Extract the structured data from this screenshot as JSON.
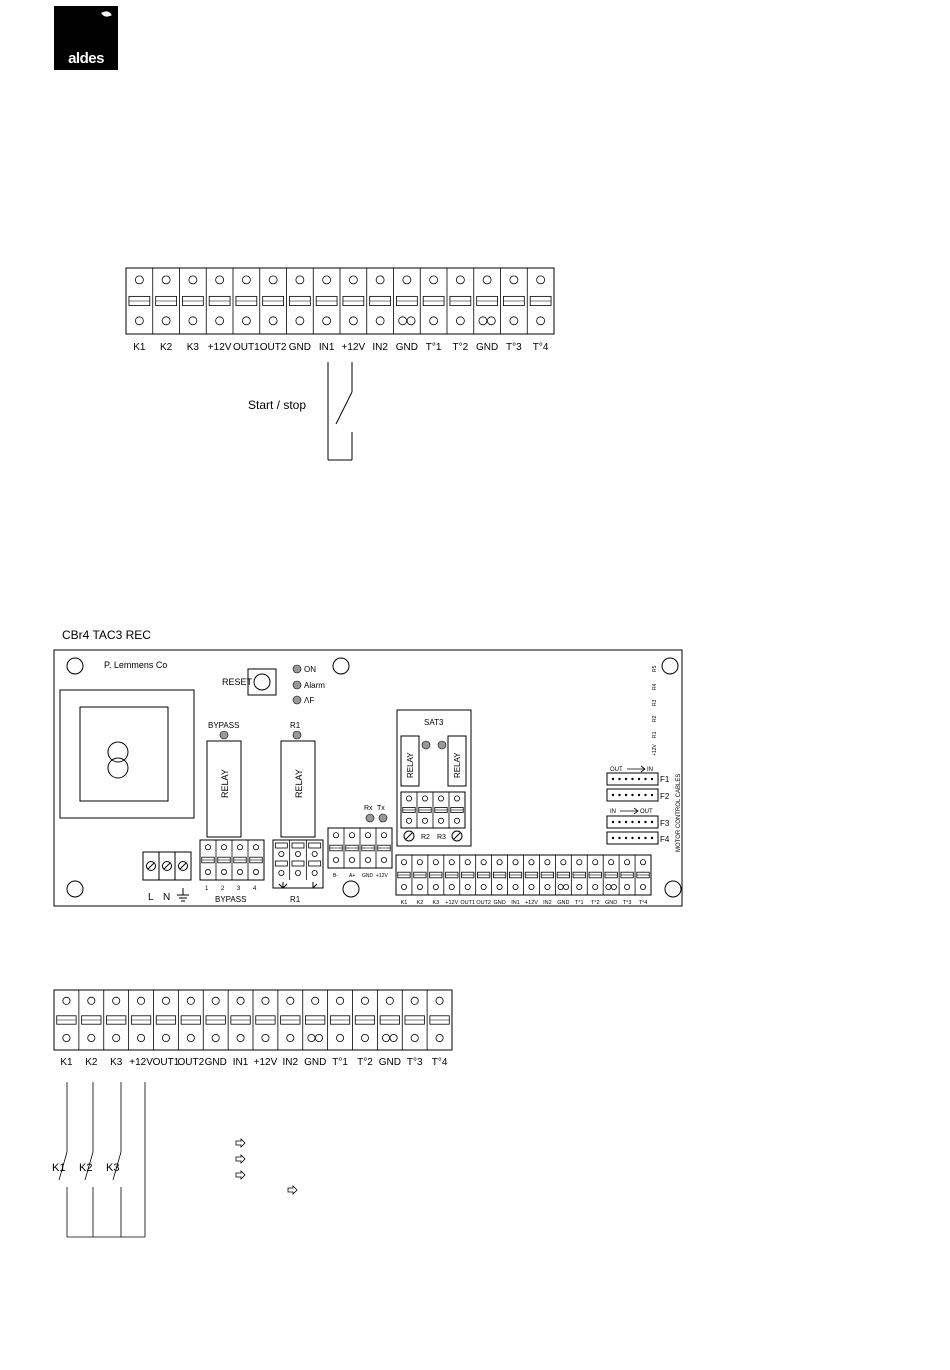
{
  "logo": {
    "text": "aldes"
  },
  "terminals": [
    "K1",
    "K2",
    "K3",
    "+12V",
    "OUT1",
    "OUT2",
    "GND",
    "IN1",
    "+12V",
    "IN2",
    "GND",
    "T°1",
    "T°2",
    "GND",
    "T°3",
    "T°4"
  ],
  "top_diagram": {
    "switch_label": "Start / stop"
  },
  "board": {
    "title": "CBr4 TAC3 REC",
    "maker": "P. Lemmens Co",
    "reset_label": "RESET",
    "leds": [
      "ON",
      "Alarm",
      "ΛF"
    ],
    "bypass_label": "BYPASS",
    "r1_label": "R1",
    "relay_label": "RELAY",
    "rx_label": "Rx",
    "tx_label": "Tx",
    "sat_label": "SAT3",
    "r2_label": "R2",
    "r3_label": "R3",
    "bus_labels": [
      "B-",
      "A+",
      "GND",
      "+12V"
    ],
    "power_labels": [
      "L",
      "N"
    ],
    "bypass_pins": [
      "1",
      "2",
      "3",
      "4"
    ],
    "right_labels": [
      "R5",
      "R4",
      "R3",
      "R2",
      "R1",
      "+12V"
    ],
    "out_in": [
      "OUT",
      "IN"
    ],
    "in_out": [
      "IN",
      "OUT"
    ],
    "f_labels": [
      "F1",
      "F2",
      "F3",
      "F4"
    ],
    "motor_label": "MOTOR CONTROL CABLES"
  },
  "bottom_diagram": {
    "switch_labels": [
      "K1",
      "K2",
      "K3"
    ]
  }
}
